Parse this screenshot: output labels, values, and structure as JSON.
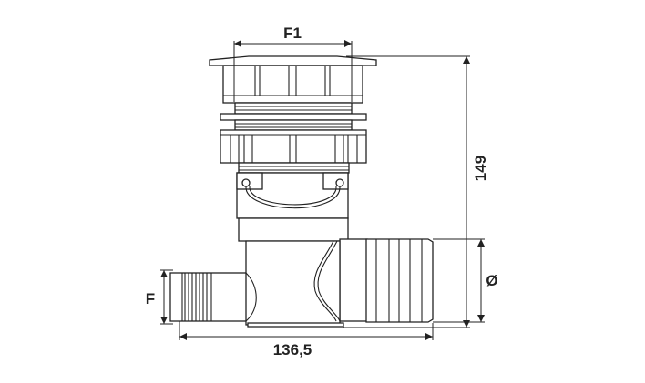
{
  "drawing": {
    "dimensions": {
      "top_thread": "F1",
      "height": "149",
      "width": "136,5",
      "side_thread": "F",
      "outlet_diameter": "Ø"
    },
    "line_color": "#222222",
    "background": "#ffffff"
  }
}
